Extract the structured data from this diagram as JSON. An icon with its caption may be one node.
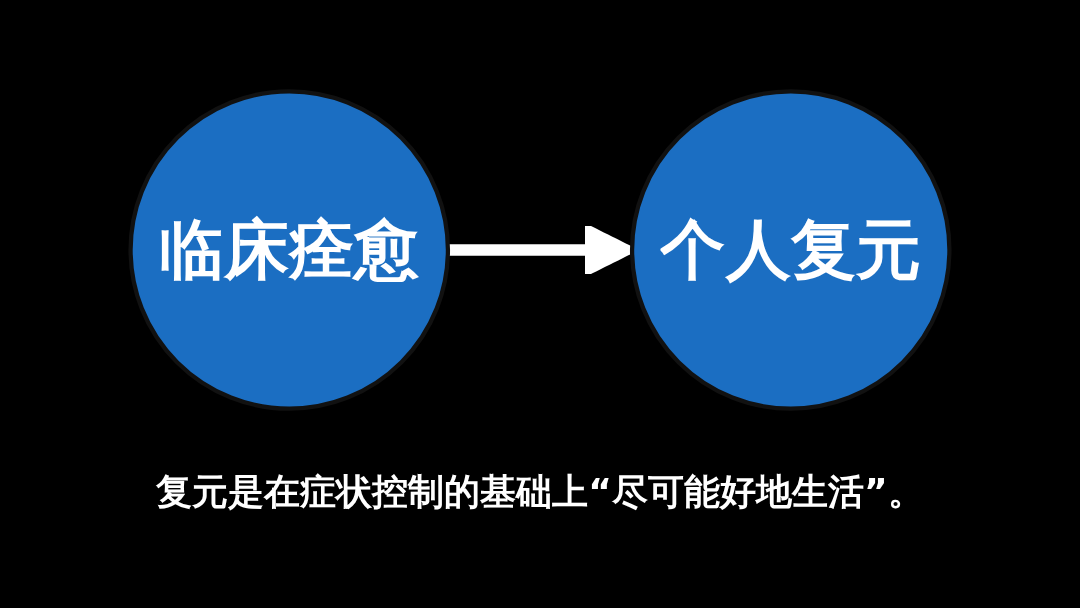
{
  "diagram": {
    "caption": "复元是在症状控制的基础上“尽可能好地生活”。",
    "nodes": [
      {
        "text": [
          "临床痊愈"
        ]
      },
      {
        "text": [
          "个人复元"
        ]
      }
    ],
    "edges": [
      {
        "from": 0,
        "to": 1,
        "arrow": "to"
      }
    ]
  }
}
